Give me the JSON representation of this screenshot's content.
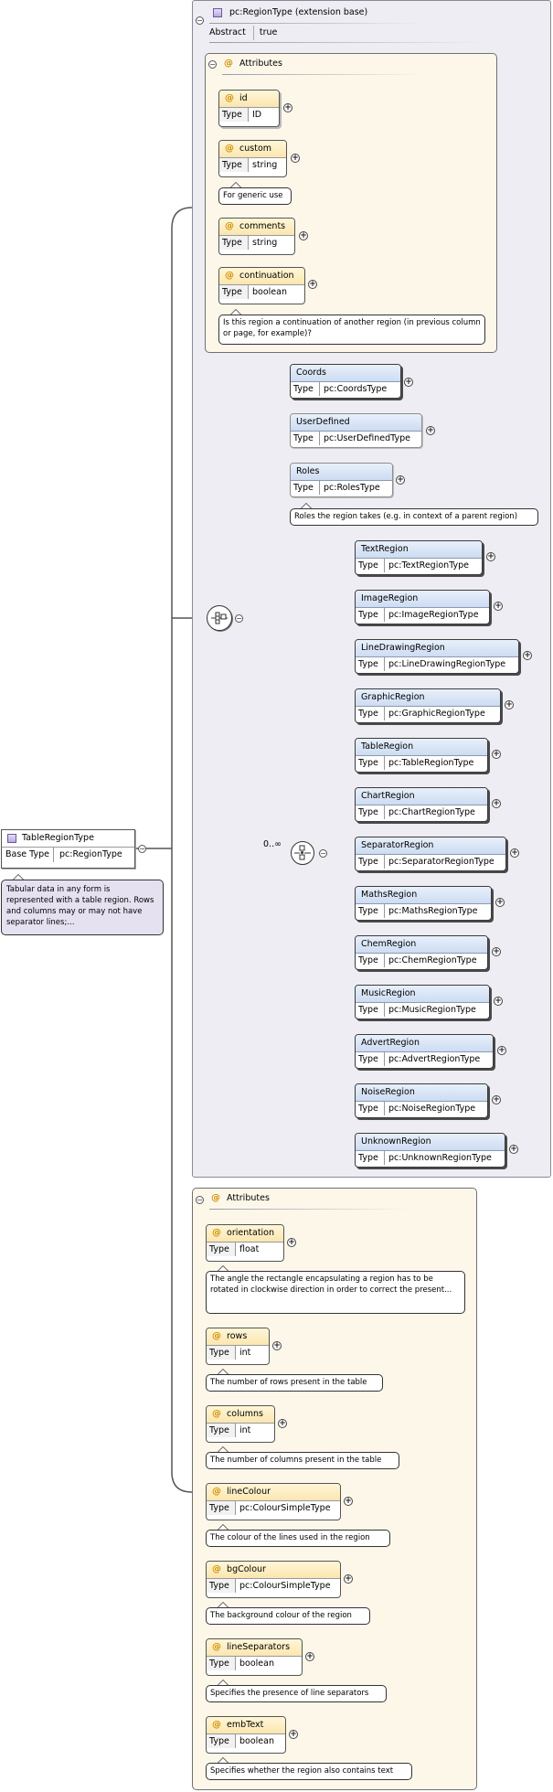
{
  "root": {
    "name": "TableRegionType",
    "base_type_label": "Base Type",
    "base_type_value": "pc:RegionType",
    "doc": "Tabular data in any form is represented with a table region. Rows and columns may or may not have separator lines;..."
  },
  "base": {
    "title": "pc:RegionType (extension base)",
    "abstract_label": "Abstract",
    "abstract_value": "true",
    "attributes_title": "Attributes",
    "attributes": [
      {
        "name": "id",
        "type": "ID",
        "doc": ""
      },
      {
        "name": "custom",
        "type": "string",
        "doc": "For generic use"
      },
      {
        "name": "comments",
        "type": "string",
        "doc": ""
      },
      {
        "name": "continuation",
        "type": "boolean",
        "doc": "Is this region a continuation of another region (in previous column or page, for example)?"
      }
    ],
    "elements": [
      {
        "name": "Coords",
        "type": "pc:CoordsType",
        "doc": ""
      },
      {
        "name": "UserDefined",
        "type": "pc:UserDefinedType",
        "doc": ""
      },
      {
        "name": "Roles",
        "type": "pc:RolesType",
        "doc": "Roles the region takes (e.g. in context of a parent region)"
      }
    ],
    "choice_cardinality": "0..∞",
    "choice_elements": [
      {
        "name": "TextRegion",
        "type": "pc:TextRegionType"
      },
      {
        "name": "ImageRegion",
        "type": "pc:ImageRegionType"
      },
      {
        "name": "LineDrawingRegion",
        "type": "pc:LineDrawingRegionType"
      },
      {
        "name": "GraphicRegion",
        "type": "pc:GraphicRegionType"
      },
      {
        "name": "TableRegion",
        "type": "pc:TableRegionType"
      },
      {
        "name": "ChartRegion",
        "type": "pc:ChartRegionType"
      },
      {
        "name": "SeparatorRegion",
        "type": "pc:SeparatorRegionType"
      },
      {
        "name": "MathsRegion",
        "type": "pc:MathsRegionType"
      },
      {
        "name": "ChemRegion",
        "type": "pc:ChemRegionType"
      },
      {
        "name": "MusicRegion",
        "type": "pc:MusicRegionType"
      },
      {
        "name": "AdvertRegion",
        "type": "pc:AdvertRegionType"
      },
      {
        "name": "NoiseRegion",
        "type": "pc:NoiseRegionType"
      },
      {
        "name": "UnknownRegion",
        "type": "pc:UnknownRegionType"
      }
    ]
  },
  "own_attributes": {
    "title": "Attributes",
    "items": [
      {
        "name": "orientation",
        "type": "float",
        "doc": "The angle the rectangle encapsulating a region has to be rotated in clockwise direction in order to correct the present..."
      },
      {
        "name": "rows",
        "type": "int",
        "doc": "The number of rows present in the table"
      },
      {
        "name": "columns",
        "type": "int",
        "doc": "The number of columns present in the table"
      },
      {
        "name": "lineColour",
        "type": "pc:ColourSimpleType",
        "doc": "The colour of the lines used in the region"
      },
      {
        "name": "bgColour",
        "type": "pc:ColourSimpleType",
        "doc": "The background colour of the region"
      },
      {
        "name": "lineSeparators",
        "type": "boolean",
        "doc": "Specifies the presence of line separators"
      },
      {
        "name": "embText",
        "type": "boolean",
        "doc": "Specifies whether the region also contains text"
      }
    ]
  },
  "type_label": "Type",
  "attribute_marker": "@",
  "colors": {
    "element_header": "#cddcf2",
    "attribute_header": "#fbe6b0",
    "attributes_panel": "#fdf7ea",
    "base_panel": "#eeedf3",
    "root_doc": "#e6e1f0"
  }
}
